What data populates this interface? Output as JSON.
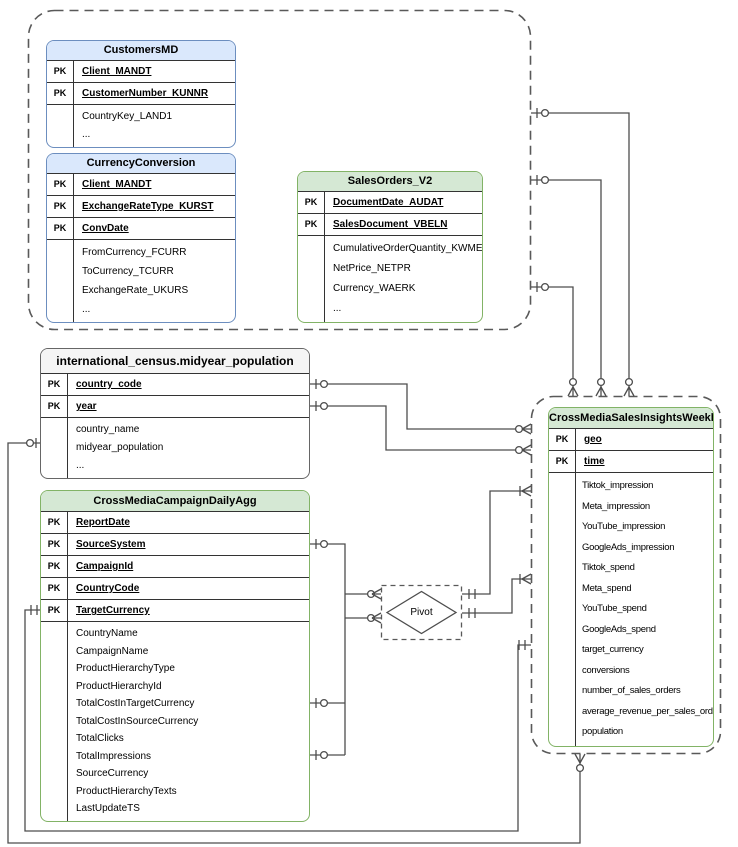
{
  "diagram": {
    "pk_label": "PK",
    "pivot_label": "Pivot",
    "colors": {
      "blue_header_fill": "#dae8fc",
      "blue_border": "#6c8ebf",
      "green_header_fill": "#d5e8d4",
      "green_border": "#82b366",
      "plain_header_fill": "#f5f5f5",
      "plain_border": "#666666",
      "connector_line": "#4d4d4d"
    },
    "entities": [
      {
        "id": "customers_md",
        "title": "CustomersMD",
        "theme": "blue",
        "pk": [
          "Client_MANDT",
          "CustomerNumber_KUNNR"
        ],
        "fields": [
          "CountryKey_LAND1",
          "..."
        ]
      },
      {
        "id": "currency_conversion",
        "title": "CurrencyConversion",
        "theme": "blue",
        "pk": [
          "Client_MANDT",
          "ExchangeRateType_KURST",
          "ConvDate"
        ],
        "fields": [
          "FromCurrency_FCURR",
          "ToCurrency_TCURR",
          "ExchangeRate_UKURS",
          "..."
        ]
      },
      {
        "id": "sales_orders_v2",
        "title": "SalesOrders_V2",
        "theme": "green",
        "pk": [
          "DocumentDate_AUDAT",
          "SalesDocument_VBELN"
        ],
        "fields": [
          "CumulativeOrderQuantity_KWMENG",
          "NetPrice_NETPR",
          "Currency_WAERK",
          "..."
        ]
      },
      {
        "id": "census",
        "title": "international_census.midyear_population",
        "theme": "plain",
        "pk": [
          "country_code",
          "year"
        ],
        "fields": [
          "country_name",
          "midyear_population",
          "..."
        ]
      },
      {
        "id": "daily_agg",
        "title": "CrossMediaCampaignDailyAgg",
        "theme": "green",
        "pk": [
          "ReportDate",
          "SourceSystem",
          "CampaignId",
          "CountryCode",
          "TargetCurrency"
        ],
        "fields": [
          "CountryName",
          "CampaignName",
          "ProductHierarchyType",
          "ProductHierarchyId",
          "TotalCostInTargetCurrency",
          "TotalCostInSourceCurrency",
          "TotalClicks",
          "TotalImpressions",
          "SourceCurrency",
          "ProductHierarchyTexts",
          "LastUpdateTS"
        ]
      },
      {
        "id": "weekly_agg",
        "title": "CrossMediaSalesInsightsWeeklyAgg",
        "theme": "green",
        "pk": [
          "geo",
          "time"
        ],
        "fields": [
          "Tiktok_impression",
          "Meta_impression",
          "YouTube_impression",
          "GoogleAds_impression",
          "Tiktok_spend",
          "Meta_spend",
          "YouTube_spend",
          "GoogleAds_spend",
          "target_currency",
          "conversions",
          "number_of_sales_orders",
          "average_revenue_per_sales_order",
          "population"
        ]
      }
    ],
    "relationships": [
      {
        "id": "census_country_to_weekly",
        "from": "international_census.midyear_population.country_code",
        "to": "CrossMediaSalesInsightsWeeklyAgg",
        "from_card": "one",
        "to_card": "zero-or-many"
      },
      {
        "id": "census_year_to_weekly",
        "from": "international_census.midyear_population.year",
        "to": "CrossMediaSalesInsightsWeeklyAgg",
        "from_card": "one",
        "to_card": "zero-or-many"
      },
      {
        "id": "sources_to_weekly_a",
        "from": "source-tables-scope",
        "to": "CrossMediaSalesInsightsWeeklyAgg",
        "from_card": "one",
        "to_card": "zero-or-many"
      },
      {
        "id": "sources_to_weekly_b",
        "from": "source-tables-scope",
        "to": "CrossMediaSalesInsightsWeeklyAgg",
        "from_card": "one",
        "to_card": "zero-or-many"
      },
      {
        "id": "sources_to_weekly_c",
        "from": "source-tables-scope",
        "to": "CrossMediaSalesInsightsWeeklyAgg",
        "from_card": "one",
        "to_card": "zero-or-many"
      },
      {
        "id": "daily_to_pivot",
        "from": "CrossMediaCampaignDailyAgg",
        "from_fields": [
          "SourceSystem",
          "TotalCostInTargetCurrency",
          "TotalImpressions"
        ],
        "to": "Pivot",
        "from_card": "one",
        "to_card": "zero-or-many"
      },
      {
        "id": "pivot_to_weekly_a",
        "from": "Pivot",
        "to": "CrossMediaSalesInsightsWeeklyAgg",
        "from_card": "one",
        "to_card": "many"
      },
      {
        "id": "pivot_to_weekly_b",
        "from": "Pivot",
        "to": "CrossMediaSalesInsightsWeeklyAgg",
        "from_card": "one",
        "to_card": "many"
      },
      {
        "id": "daily_targetcurrency_to_weekly",
        "from": "CrossMediaCampaignDailyAgg.TargetCurrency",
        "to": "CrossMediaSalesInsightsWeeklyAgg",
        "from_card": "one",
        "to_card": "one"
      },
      {
        "id": "weekly_population_to_census",
        "from": "CrossMediaSalesInsightsWeeklyAgg",
        "to": "international_census.midyear_population",
        "from_card": "zero-or-many",
        "to_card": "zero-or-one"
      }
    ]
  }
}
